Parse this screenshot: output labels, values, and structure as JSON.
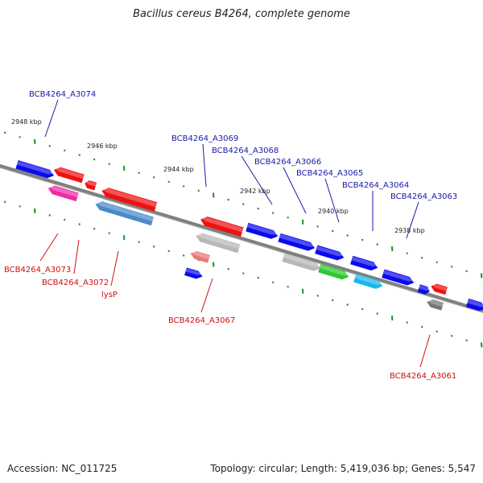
{
  "title": "Bacillus cereus B4264, complete genome",
  "footer": {
    "accession": "Accession: NC_011725",
    "topology": "Topology: circular; Length: 5,419,036 bp; Genes: 5,547"
  },
  "colors": {
    "forward_label": "#1a1aa8",
    "reverse_label": "#cc1111",
    "backbone": "#808080",
    "tick": "#2a8a2a"
  },
  "ticks": [
    "2948 kbp",
    "2946 kbp",
    "2944 kbp",
    "2942 kbp",
    "2940 kbp",
    "2938 kbp"
  ],
  "genes_forward": [
    {
      "label": "BCB4264_A3074"
    },
    {
      "label": "BCB4264_A3069"
    },
    {
      "label": "BCB4264_A3068"
    },
    {
      "label": "BCB4264_A3066"
    },
    {
      "label": "BCB4264_A3065"
    },
    {
      "label": "BCB4264_A3064"
    },
    {
      "label": "BCB4264_A3063"
    }
  ],
  "genes_reverse": [
    {
      "label": "BCB4264_A3073"
    },
    {
      "label": "BCB4264_A3072"
    },
    {
      "label": "lysP"
    },
    {
      "label": "BCB4264_A3067"
    },
    {
      "label": "BCB4264_A3061"
    }
  ]
}
